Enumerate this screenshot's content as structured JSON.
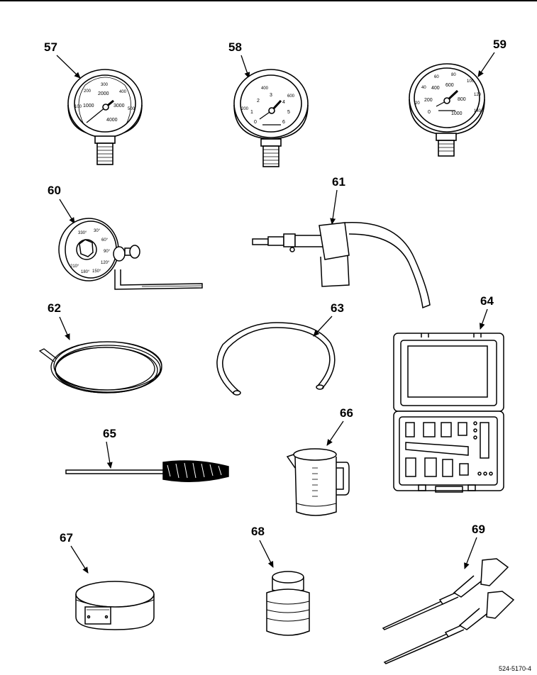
{
  "figure_id": "524-5170-4",
  "callouts": [
    "57",
    "58",
    "59",
    "60",
    "61",
    "62",
    "63",
    "64",
    "65",
    "66",
    "67",
    "68",
    "69"
  ],
  "gauge57": {
    "outer": [
      "100",
      "200",
      "300",
      "400",
      "500"
    ],
    "inner": [
      "1000",
      "2000",
      "3000",
      "4000"
    ]
  },
  "gauge58": {
    "outer": [
      "200",
      "400",
      "600"
    ],
    "inner": [
      "0",
      "1",
      "2",
      "3",
      "4",
      "5",
      "6"
    ]
  },
  "gauge59": {
    "outer": [
      "20",
      "40",
      "60",
      "80",
      "100",
      "120",
      "140"
    ],
    "inner": [
      "0",
      "200",
      "400",
      "600",
      "800",
      "1000"
    ]
  },
  "dial60": [
    "330°",
    "30°",
    "60°",
    "90°",
    "120°",
    "150°",
    "180°",
    "210°"
  ]
}
